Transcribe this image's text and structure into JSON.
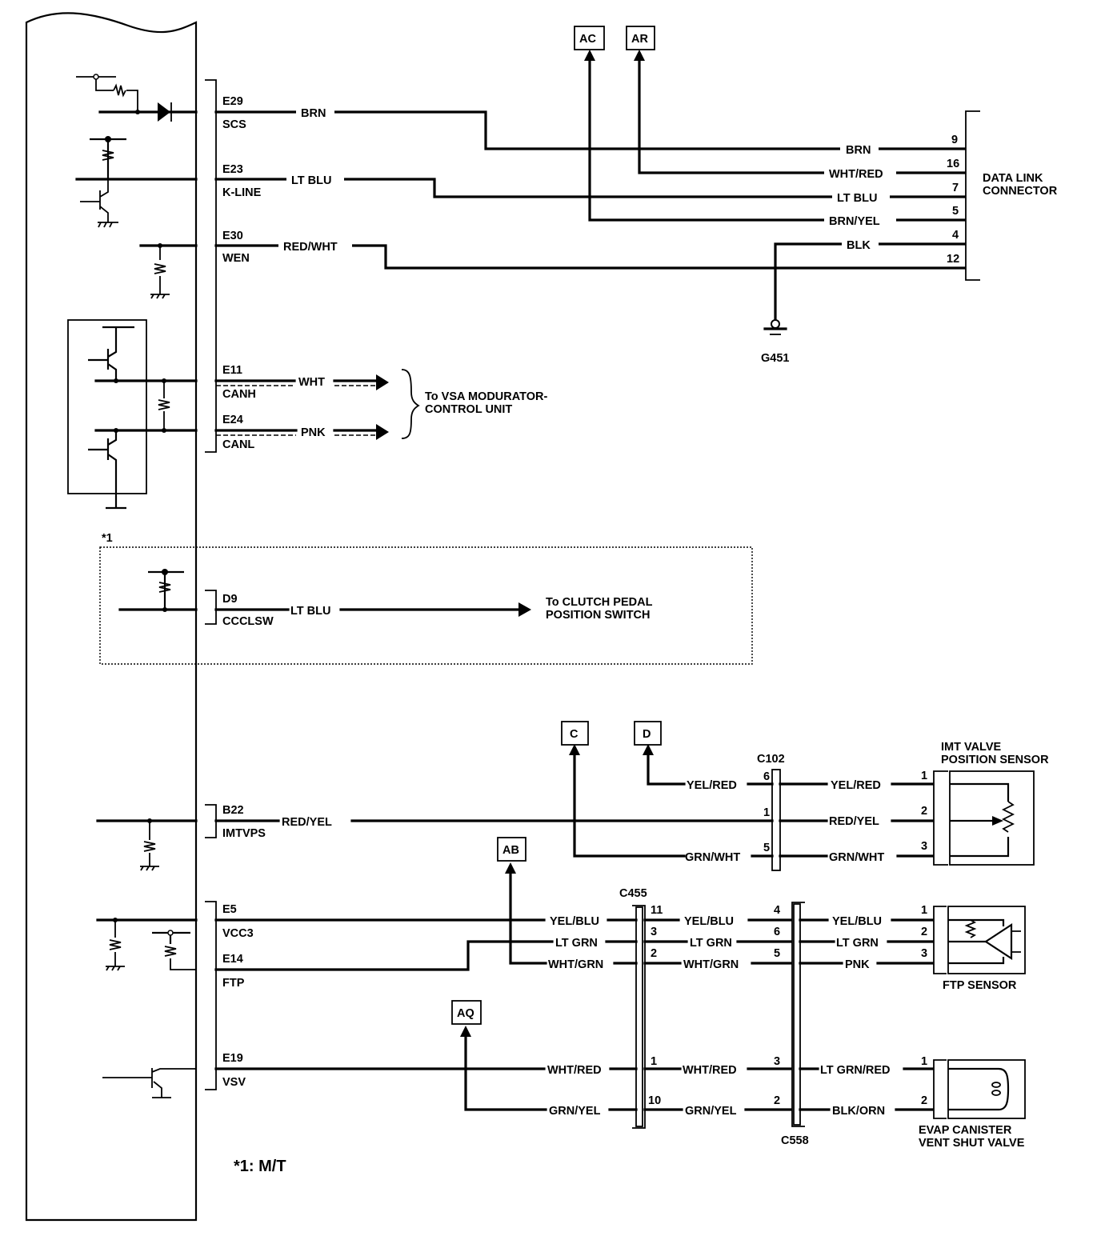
{
  "diagram": {
    "title": "ECM/PCM data link and sensor circuit",
    "footnote": "*1: M/T",
    "footnote_marker": "*1"
  },
  "ecm_terminals": [
    {
      "pin": "E29",
      "signal": "SCS",
      "wire": "BRN"
    },
    {
      "pin": "E23",
      "signal": "K-LINE",
      "wire": "LT BLU"
    },
    {
      "pin": "E30",
      "signal": "WEN",
      "wire": "RED/WHT"
    },
    {
      "pin": "E11",
      "signal": "CANH",
      "wire": "WHT"
    },
    {
      "pin": "E24",
      "signal": "CANL",
      "wire": "PNK"
    },
    {
      "pin": "D9",
      "signal": "CCCLSW",
      "wire": "LT BLU"
    },
    {
      "pin": "B22",
      "signal": "IMTVPS",
      "wire": "RED/YEL"
    },
    {
      "pin": "E5",
      "signal": "VCC3",
      "wire": "YEL/BLU"
    },
    {
      "pin": "E14",
      "signal": "FTP",
      "wire": "LT GRN"
    },
    {
      "pin": "E19",
      "signal": "VSV",
      "wire": "WHT/RED"
    }
  ],
  "data_link_connector": {
    "label_line1": "DATA LINK",
    "label_line2": "CONNECTOR",
    "pins": [
      {
        "pin": "9",
        "wire": "BRN"
      },
      {
        "pin": "16",
        "wire": "WHT/RED"
      },
      {
        "pin": "7",
        "wire": "LT BLU"
      },
      {
        "pin": "5",
        "wire": "BRN/YEL"
      },
      {
        "pin": "4",
        "wire": "BLK"
      },
      {
        "pin": "12",
        "wire": ""
      }
    ]
  },
  "refs": {
    "ac": "AC",
    "ar": "AR",
    "c": "C",
    "d": "D",
    "ab": "AB",
    "aq": "AQ"
  },
  "ground": {
    "label": "G451"
  },
  "vsa": {
    "line1": "To VSA MODURATOR-",
    "line2": "CONTROL UNIT"
  },
  "clutch": {
    "line1": "To CLUTCH PEDAL",
    "line2": "POSITION SWITCH"
  },
  "c102": {
    "label": "C102",
    "rows": [
      {
        "pin": "6",
        "left_wire": "YEL/RED",
        "right_wire": "YEL/RED"
      },
      {
        "pin": "1",
        "left_wire": "RED/YEL",
        "right_wire": "RED/YEL"
      },
      {
        "pin": "5",
        "left_wire": "GRN/WHT",
        "right_wire": "GRN/WHT"
      }
    ]
  },
  "imt_sensor": {
    "line1": "IMT VALVE",
    "line2": "POSITION SENSOR",
    "pins": [
      "1",
      "2",
      "3"
    ]
  },
  "c455": {
    "label": "C455",
    "rows": [
      {
        "pin": "11",
        "left_wire": "YEL/BLU",
        "right_wire": "YEL/BLU"
      },
      {
        "pin": "3",
        "left_wire": "LT GRN",
        "right_wire": "LT GRN"
      },
      {
        "pin": "2",
        "left_wire": "WHT/GRN",
        "right_wire": "WHT/GRN"
      },
      {
        "pin": "1",
        "left_wire": "WHT/RED",
        "right_wire": "WHT/RED"
      },
      {
        "pin": "10",
        "left_wire": "GRN/YEL",
        "right_wire": "GRN/YEL"
      }
    ]
  },
  "c558": {
    "label": "C558",
    "rows": [
      {
        "pin": "4",
        "right_wire": "YEL/BLU"
      },
      {
        "pin": "6",
        "right_wire": "LT GRN"
      },
      {
        "pin": "5",
        "right_wire": "PNK"
      },
      {
        "pin": "3",
        "right_wire": "LT GRN/RED"
      },
      {
        "pin": "2",
        "right_wire": "BLK/ORN"
      }
    ]
  },
  "ftp_sensor": {
    "label": "FTP SENSOR",
    "pins": [
      "1",
      "2",
      "3"
    ]
  },
  "evap_valve": {
    "line1": "EVAP CANISTER",
    "line2": "VENT SHUT VALVE",
    "pins": [
      "1",
      "2"
    ]
  }
}
